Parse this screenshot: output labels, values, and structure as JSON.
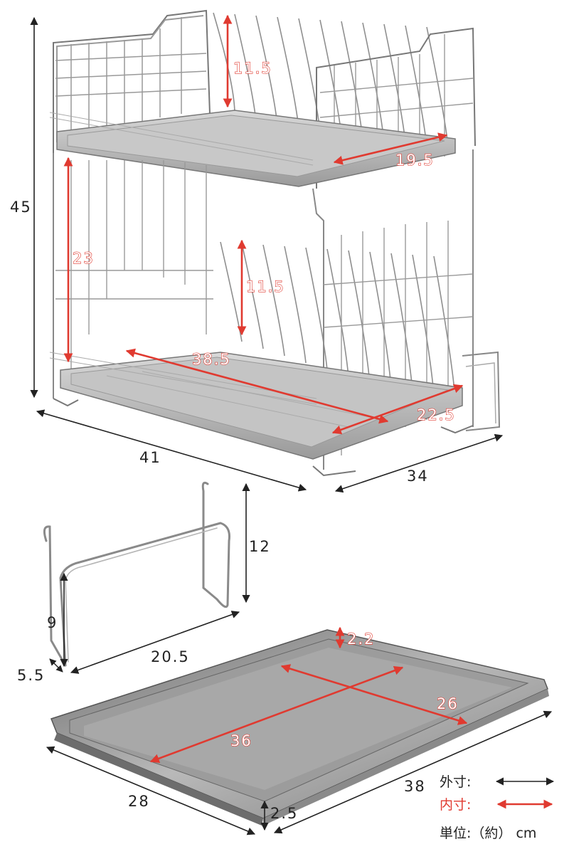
{
  "diagram": {
    "rack": {
      "outer": {
        "height": "45",
        "width": "41",
        "depth": "34"
      },
      "inner": {
        "upper_plate_height": "11.5",
        "upper_depth": "19.5",
        "tier_gap": "23",
        "lower_plate_height": "11.5",
        "lower_width": "38.5",
        "lower_depth": "22.5"
      }
    },
    "holder": {
      "outer": {
        "height": "12",
        "width": "20.5",
        "depth": "5.5"
      },
      "inner": {
        "height": "9"
      }
    },
    "tray": {
      "outer": {
        "width": "38",
        "depth": "28",
        "height": "2.5"
      },
      "inner": {
        "width": "36",
        "depth": "26",
        "height": "2.2"
      }
    }
  },
  "legend": {
    "outer_label": "外寸:",
    "inner_label": "内寸:",
    "unit_label": "単位:（約） cm"
  },
  "colors": {
    "outer": "#222222",
    "inner": "#e03a30",
    "metal": "#8a8a8a"
  }
}
